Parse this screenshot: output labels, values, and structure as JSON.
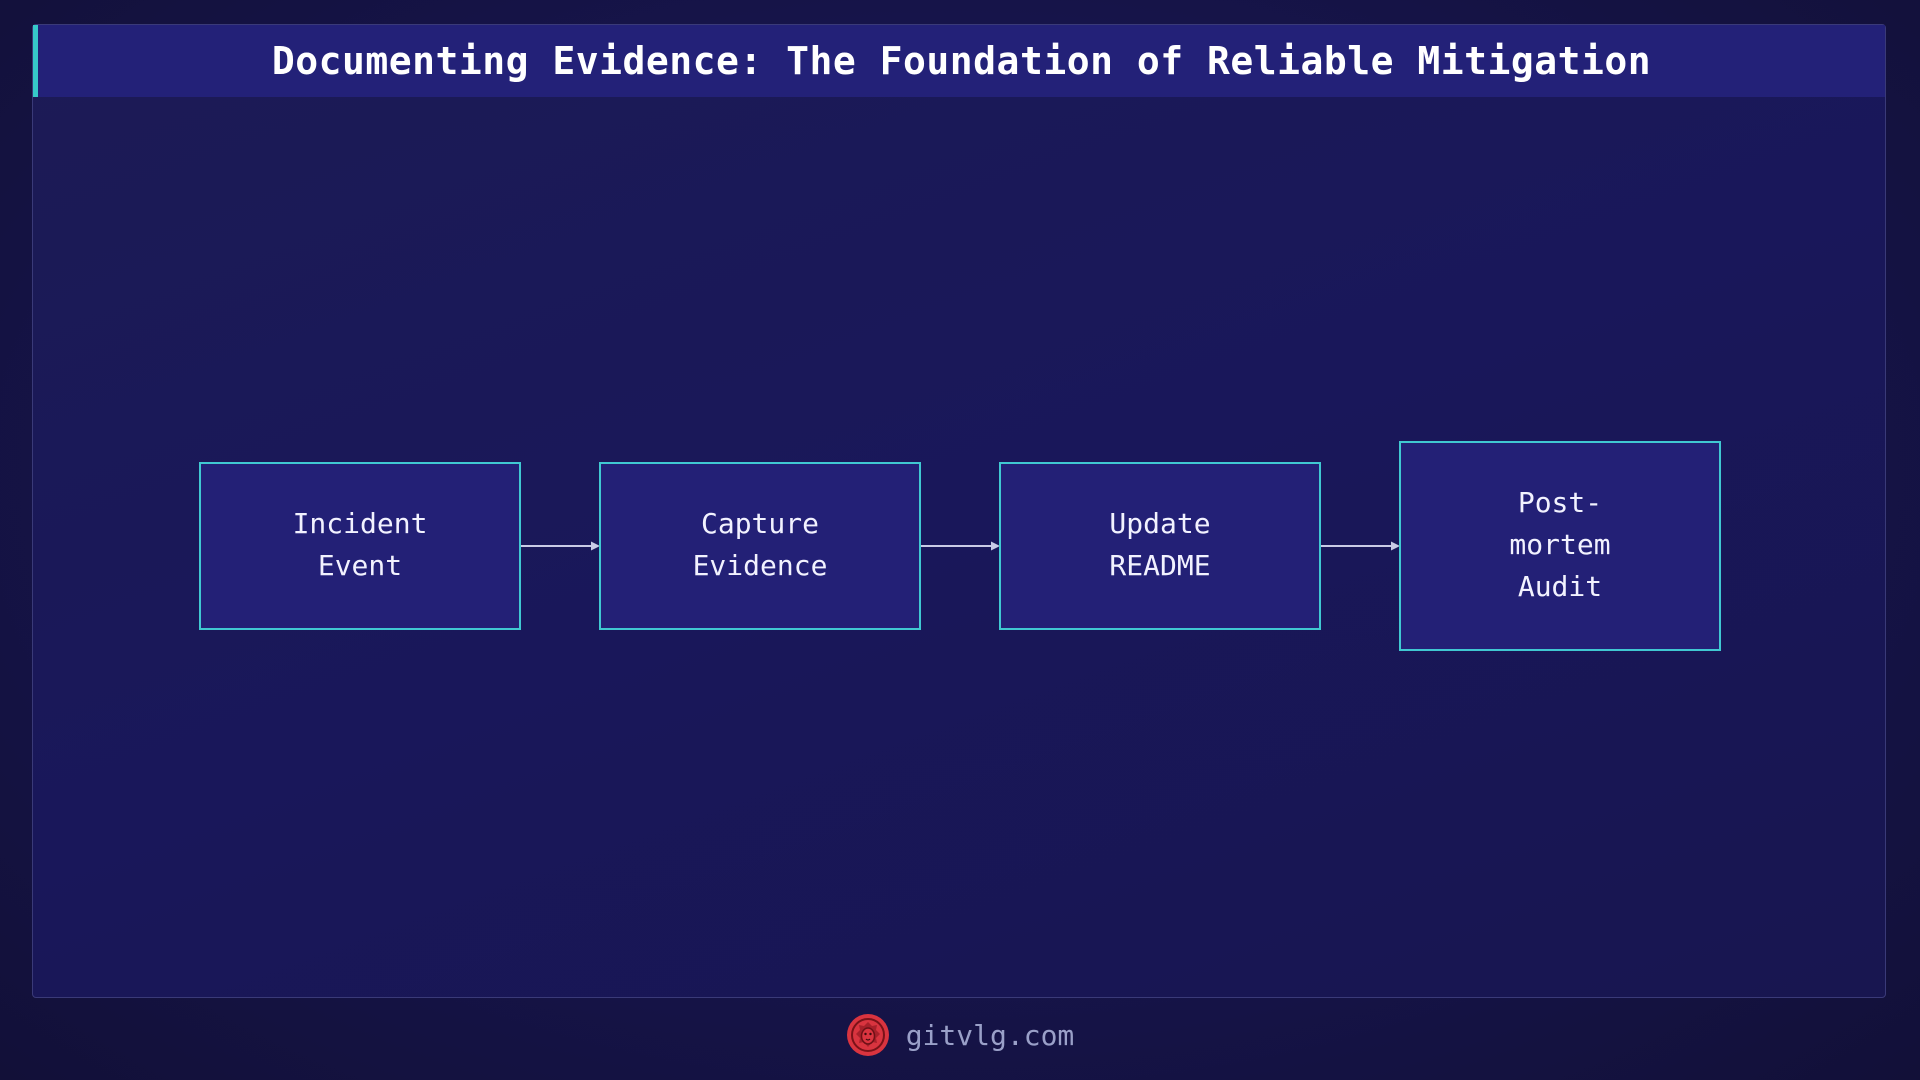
{
  "title": "Documenting Evidence: The Foundation of Reliable Mitigation",
  "nodes": [
    {
      "lines": [
        "Incident",
        "Event"
      ]
    },
    {
      "lines": [
        "Capture",
        "Evidence"
      ]
    },
    {
      "lines": [
        "Update",
        "README"
      ]
    },
    {
      "lines": [
        "Post-",
        "mortem",
        "Audit"
      ]
    }
  ],
  "footer": {
    "site": "gitvlg.com",
    "logo_icon": "lion-logo-icon"
  },
  "colors": {
    "accent": "#40c8d2",
    "title_bar": "#232178",
    "node_fill": "#232076",
    "logo": "#d9343f"
  }
}
